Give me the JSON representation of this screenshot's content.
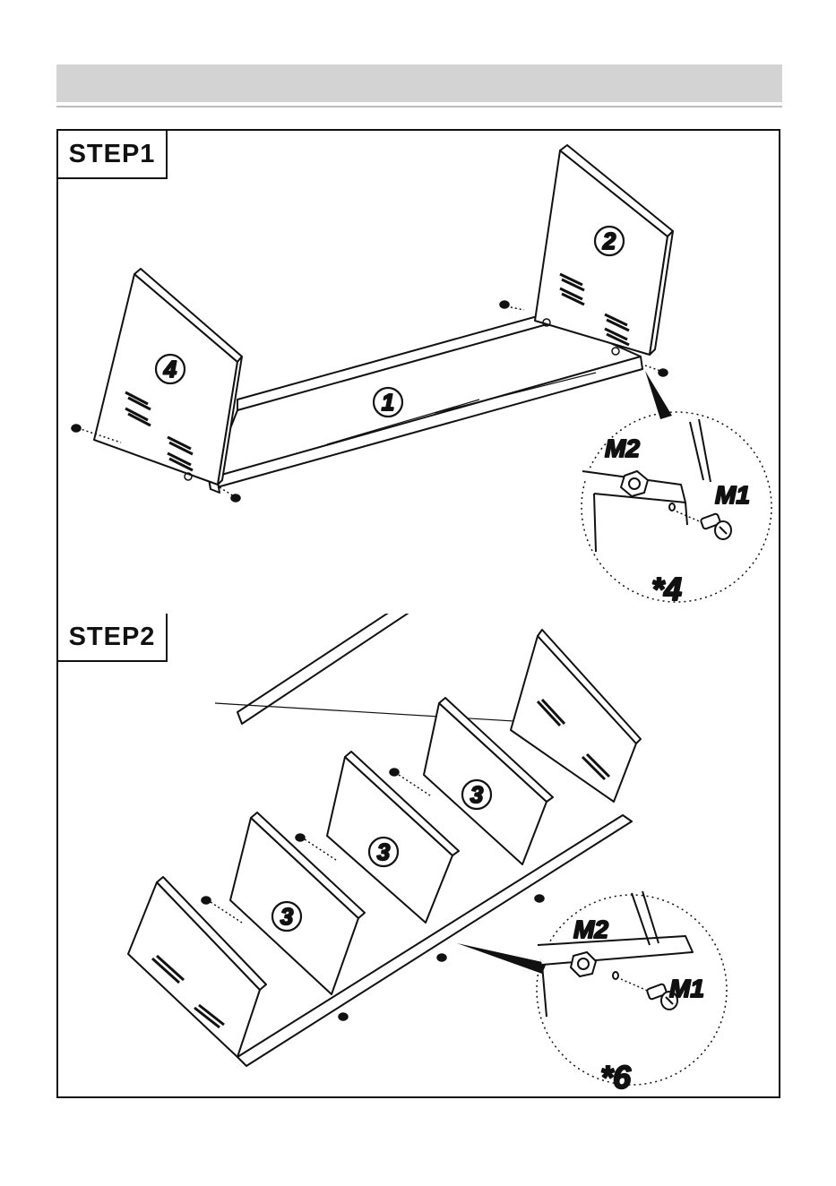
{
  "steps": [
    {
      "label": "STEP1",
      "part_labels": [
        "1",
        "2",
        "4"
      ],
      "detail": {
        "nut_label": "M2",
        "screw_label": "M1",
        "quantity": "*4"
      }
    },
    {
      "label": "STEP2",
      "part_labels": [
        "3",
        "3",
        "3"
      ],
      "detail": {
        "nut_label": "M2",
        "screw_label": "M1",
        "quantity": "*6"
      }
    }
  ]
}
